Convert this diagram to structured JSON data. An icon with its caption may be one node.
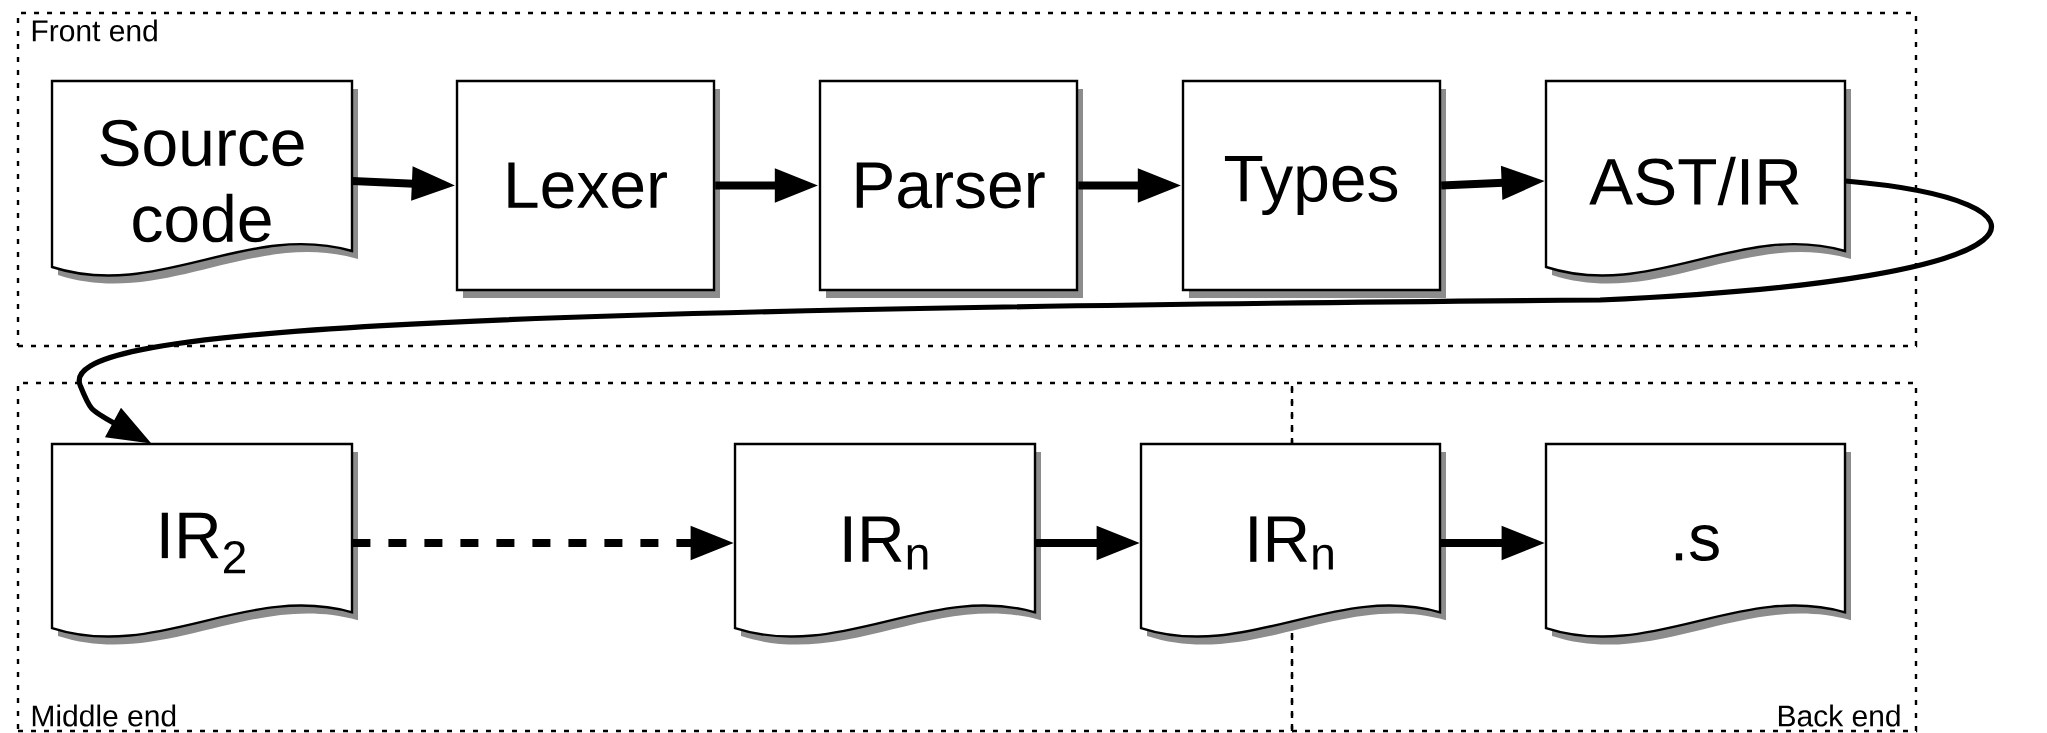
{
  "diagram": {
    "nodes": [
      {
        "text": [
          "Front end"
        ]
      },
      {
        "text": [
          "Source code"
        ],
        "in": 0
      },
      {
        "text": [
          "Lexer"
        ],
        "in": 0
      },
      {
        "text": [
          "Parser"
        ],
        "in": 0
      },
      {
        "text": [
          "Types"
        ],
        "in": 0
      },
      {
        "text": [
          "AST/IR"
        ],
        "in": 0
      },
      {
        "text": [
          "Middle end"
        ]
      },
      {
        "text": [
          "Back end"
        ]
      },
      {
        "text": [
          "IR$_{2}$"
        ],
        "in": 6
      },
      {
        "text": [
          "IR$_{n}$"
        ],
        "in": 6
      },
      {
        "text": [
          "IR$_{n}$"
        ]
      },
      {
        "text": [
          ".s"
        ],
        "in": 7
      }
    ],
    "edges": [
      {
        "from": 1,
        "to": 2,
        "arrow": "to"
      },
      {
        "from": 2,
        "to": 3,
        "arrow": "to"
      },
      {
        "from": 3,
        "to": 4,
        "arrow": "to"
      },
      {
        "from": 4,
        "to": 5,
        "arrow": "to"
      },
      {
        "from": 5,
        "to": 8,
        "arrow": "to"
      },
      {
        "from": 8,
        "to": 9,
        "arrow": "to",
        "style": "dashed"
      },
      {
        "from": 9,
        "to": 10,
        "arrow": "to"
      },
      {
        "from": 10,
        "to": 11,
        "arrow": "to"
      }
    ]
  }
}
